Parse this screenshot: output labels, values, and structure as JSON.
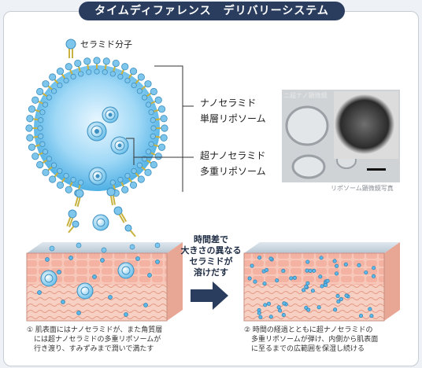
{
  "title": "タイムディファレンス　デリバリーシステム",
  "labels": {
    "ceramide_molecule": "セラミド分子",
    "nano_single_line1": "ナノセラミド",
    "nano_single_line2": "単層リポソーム",
    "super_nano_line1": "超ナノセラミド",
    "super_nano_line2": "多重リポソーム",
    "photo_caption": "リポソーム顕微鏡写真",
    "photo_tag": "ニ超ナノ顕微鏡"
  },
  "middle_caption": {
    "line1": "時間差で",
    "line2": "大きさの異なる",
    "line3": "セラミドが",
    "line4": "溶けだす"
  },
  "step1": {
    "line1": "① 肌表面にはナノセラミドが、また角質層",
    "line2": "には超ナノセラミドの多重リポソームが",
    "line3": "行き渡り、すみずみまで潤いで満たす"
  },
  "step2": {
    "line1": "② 時間の経過とともに超ナノセラミドの",
    "line2": "多重リポソームが弾け、内側から肌表面",
    "line3": "に至るまでの広範囲を保湿し続ける"
  },
  "colors": {
    "title_bg": "#2a3d5f",
    "sphere_blue": "#5bb8e8",
    "lipid_head": "#7fc6ec",
    "lipid_tail": "#c9b340",
    "skin_pink": "#f3b7a8",
    "arrow": "#2a3d5f"
  }
}
